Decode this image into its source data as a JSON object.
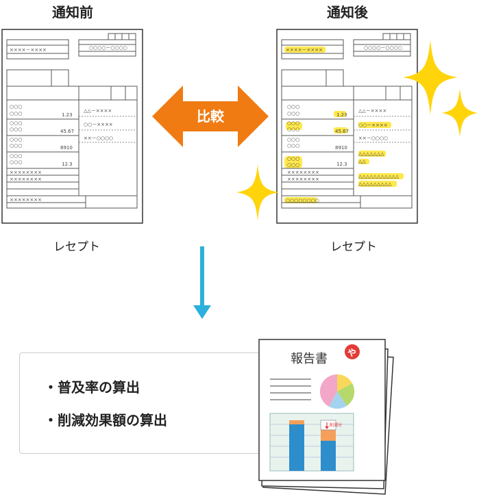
{
  "before": {
    "title": "通知前",
    "label": "レセプト"
  },
  "after": {
    "title": "通知後",
    "label": "レセプト"
  },
  "compare_label": "比較",
  "receipt": {
    "header_code": "××××－××××",
    "header_box": "○○○○－○○○○",
    "circles": "○○○",
    "values": [
      "1.23",
      "45.67",
      "8910",
      "12.3"
    ],
    "xrows": [
      "××××××××",
      "××××××××"
    ],
    "footer_x": "××××××××",
    "right_rows": [
      "△△－××××",
      "○○－××××",
      "××－○○○○"
    ],
    "highlight_tri_row": "△△△△△△△",
    "highlight_tri_row2": "△△",
    "highlight_tri_row3": "△△△△△△△△△△△",
    "highlight_tri_row4": "△△△△△△△△△",
    "highlight_footer": "○○○○○○○○"
  },
  "outcomes": [
    "・普及率の算出",
    "・削減効果額の算出"
  ],
  "report": {
    "title": "報告書",
    "logo_glyph": "や",
    "annotation": "削減分",
    "pie_colors": [
      "#f9d75b",
      "#b5d96b",
      "#a4d3ef",
      "#f2a6c8"
    ]
  },
  "colors": {
    "arrow_orange": "#f07b12",
    "arrow_blue": "#2bb1dc",
    "highlight": "#ffe84d",
    "sparkle": "#ffd40a",
    "logo_red": "#e33b37",
    "bar_blue": "#2e8dcb",
    "bar_orange": "#f5a05a"
  }
}
